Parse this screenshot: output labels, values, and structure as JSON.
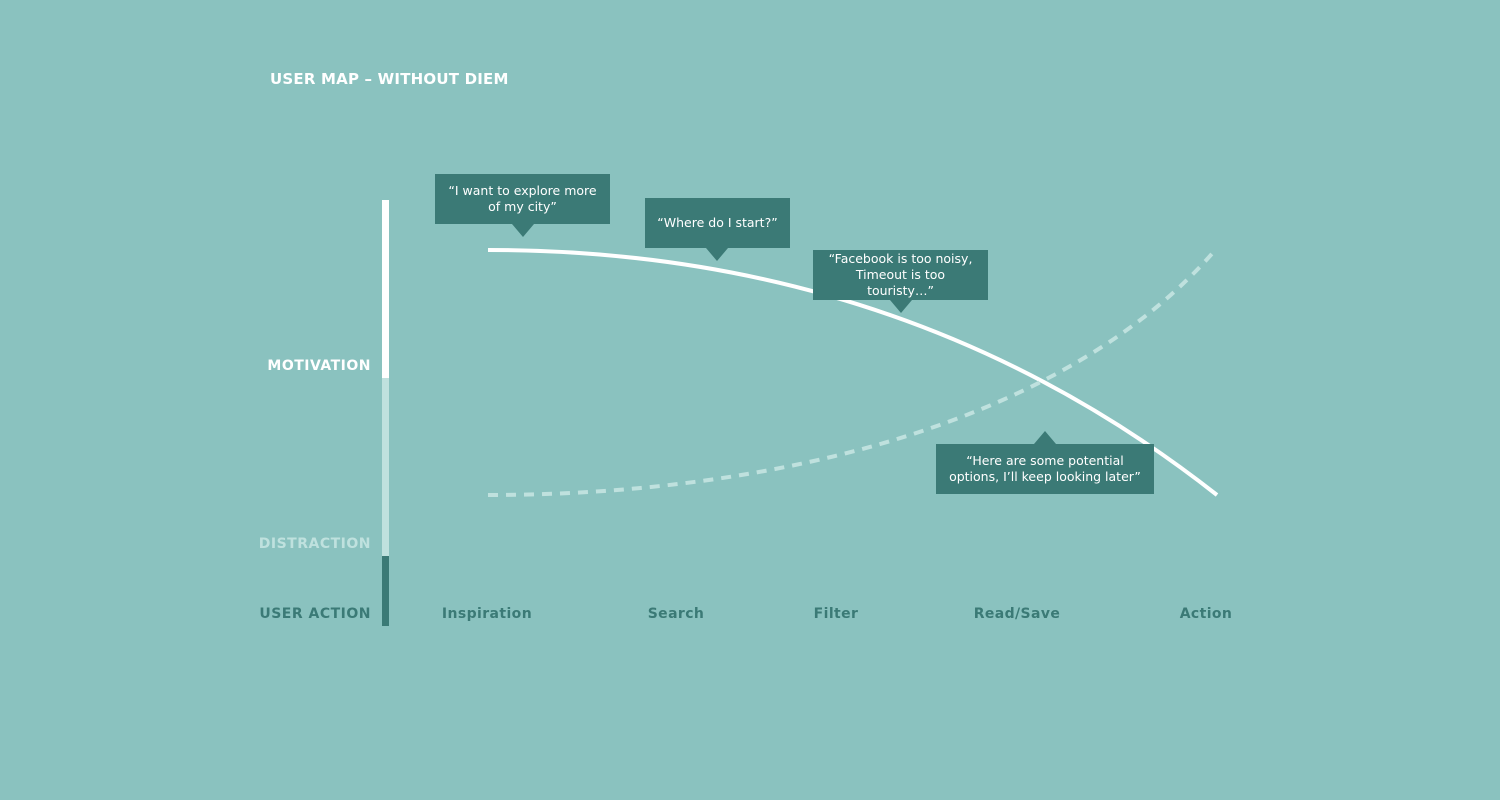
{
  "title": "USER MAP – WITHOUT DIEM",
  "axis": {
    "motivation": "MOTIVATION",
    "distraction": "DISTRACTION",
    "user_action": "USER ACTION"
  },
  "stages": [
    "Inspiration",
    "Search",
    "Filter",
    "Read/Save",
    "Action"
  ],
  "quotes": [
    "“I want to explore more\nof my city”",
    "“Where do I start?”",
    "“Facebook is too noisy,\nTimeout is too touristy…”",
    "“Here are some potential\noptions, I’ll keep looking later”"
  ],
  "colors": {
    "background": "#8ac2bf",
    "motivation": "#ffffff",
    "distraction": "#bfe1de",
    "user_action": "#3b7a76"
  }
}
